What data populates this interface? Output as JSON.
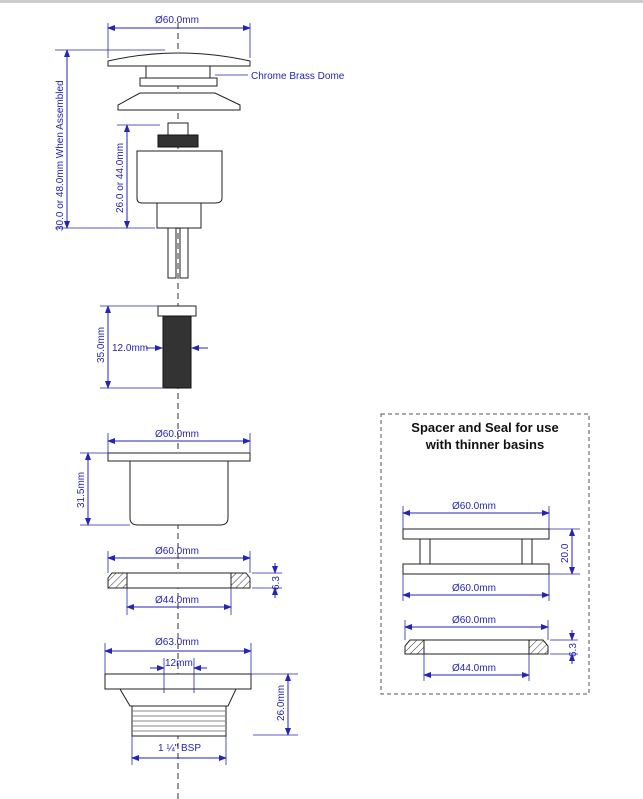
{
  "drawing": {
    "dome": {
      "diameter": "Ø60.0mm",
      "callout": "Chrome Brass Dome",
      "assembled_height": "30.0 or 48.0mm When Assembled",
      "body_height": "26.0 or 44.0mm"
    },
    "screw": {
      "diameter": "12.0mm",
      "length": "35.0mm"
    },
    "body": {
      "diameter": "Ø60.0mm",
      "height": "31.5mm"
    },
    "seal": {
      "outer": "Ø60.0mm",
      "inner": "Ø44.0mm",
      "thickness": "6.3"
    },
    "waste": {
      "diameter": "Ø63.0mm",
      "hole": "12mm",
      "height": "26.0mm",
      "thread": "1 ¼\" BSP"
    },
    "spacer_box": {
      "title_line1": "Spacer and Seal for use",
      "title_line2": "with thinner basins",
      "spacer_top": "Ø60.0mm",
      "spacer_height": "20.0",
      "spacer_bottom": "Ø60.0mm",
      "seal_outer": "Ø60.0mm",
      "seal_thickness": "6.3",
      "seal_inner": "Ø44.0mm"
    }
  }
}
